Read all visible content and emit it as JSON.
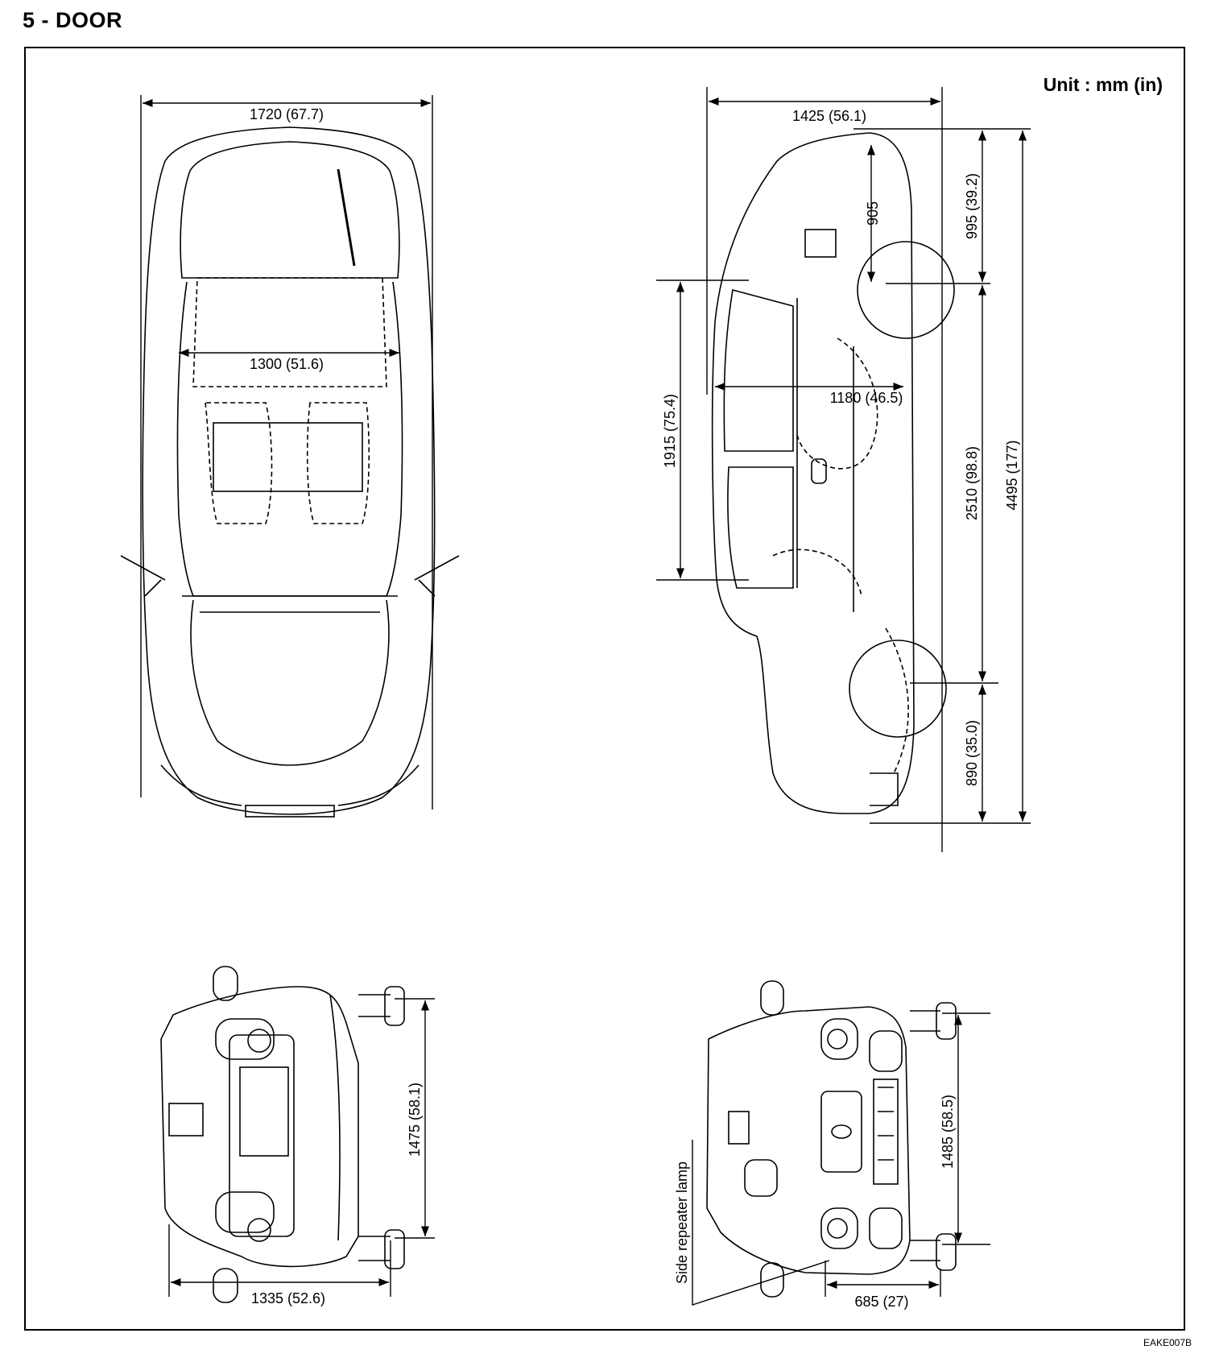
{
  "header": {
    "title": "5 - DOOR"
  },
  "unit_label": "Unit : mm (in)",
  "drawing_code": "EAKE007B",
  "dimensions": {
    "overall_width": "1720 (67.7)",
    "inner_width": "1300 (51.6)",
    "overall_height": "1425 (56.1)",
    "front_overhang": "995 (39.2)",
    "wheel_height": "905",
    "inner_length": "1180 (46.5)",
    "cabin_length": "1915 (75.4)",
    "wheelbase": "2510 (98.8)",
    "overall_length": "4495 (177)",
    "rear_overhang": "890 (35.0)",
    "rear_tread": "1475 (58.1)",
    "rear_width": "1335 (52.6)",
    "front_tread": "1485 (58.5)",
    "lamp_height": "685 (27)"
  },
  "labels": {
    "side_repeater_lamp": "Side repeater lamp"
  }
}
